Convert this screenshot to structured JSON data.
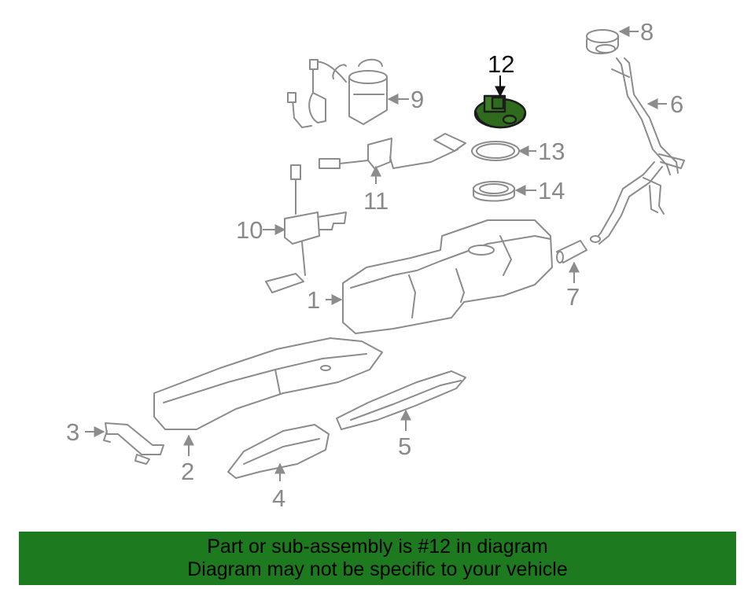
{
  "diagram": {
    "highlight_color": "#2e6b1d",
    "highlighted_callout": "12",
    "callouts": [
      {
        "id": "c1",
        "text": "1"
      },
      {
        "id": "c2",
        "text": "2"
      },
      {
        "id": "c3",
        "text": "3"
      },
      {
        "id": "c4",
        "text": "4"
      },
      {
        "id": "c5",
        "text": "5"
      },
      {
        "id": "c6",
        "text": "6"
      },
      {
        "id": "c7",
        "text": "7"
      },
      {
        "id": "c8",
        "text": "8"
      },
      {
        "id": "c9",
        "text": "9"
      },
      {
        "id": "c10",
        "text": "10"
      },
      {
        "id": "c11",
        "text": "11"
      },
      {
        "id": "c12",
        "text": "12"
      },
      {
        "id": "c13",
        "text": "13"
      },
      {
        "id": "c14",
        "text": "14"
      }
    ]
  },
  "banner": {
    "line1": "Part or sub-assembly is #12 in diagram",
    "line2": "Diagram may not be specific to your vehicle",
    "background": "#1e7a1e"
  }
}
